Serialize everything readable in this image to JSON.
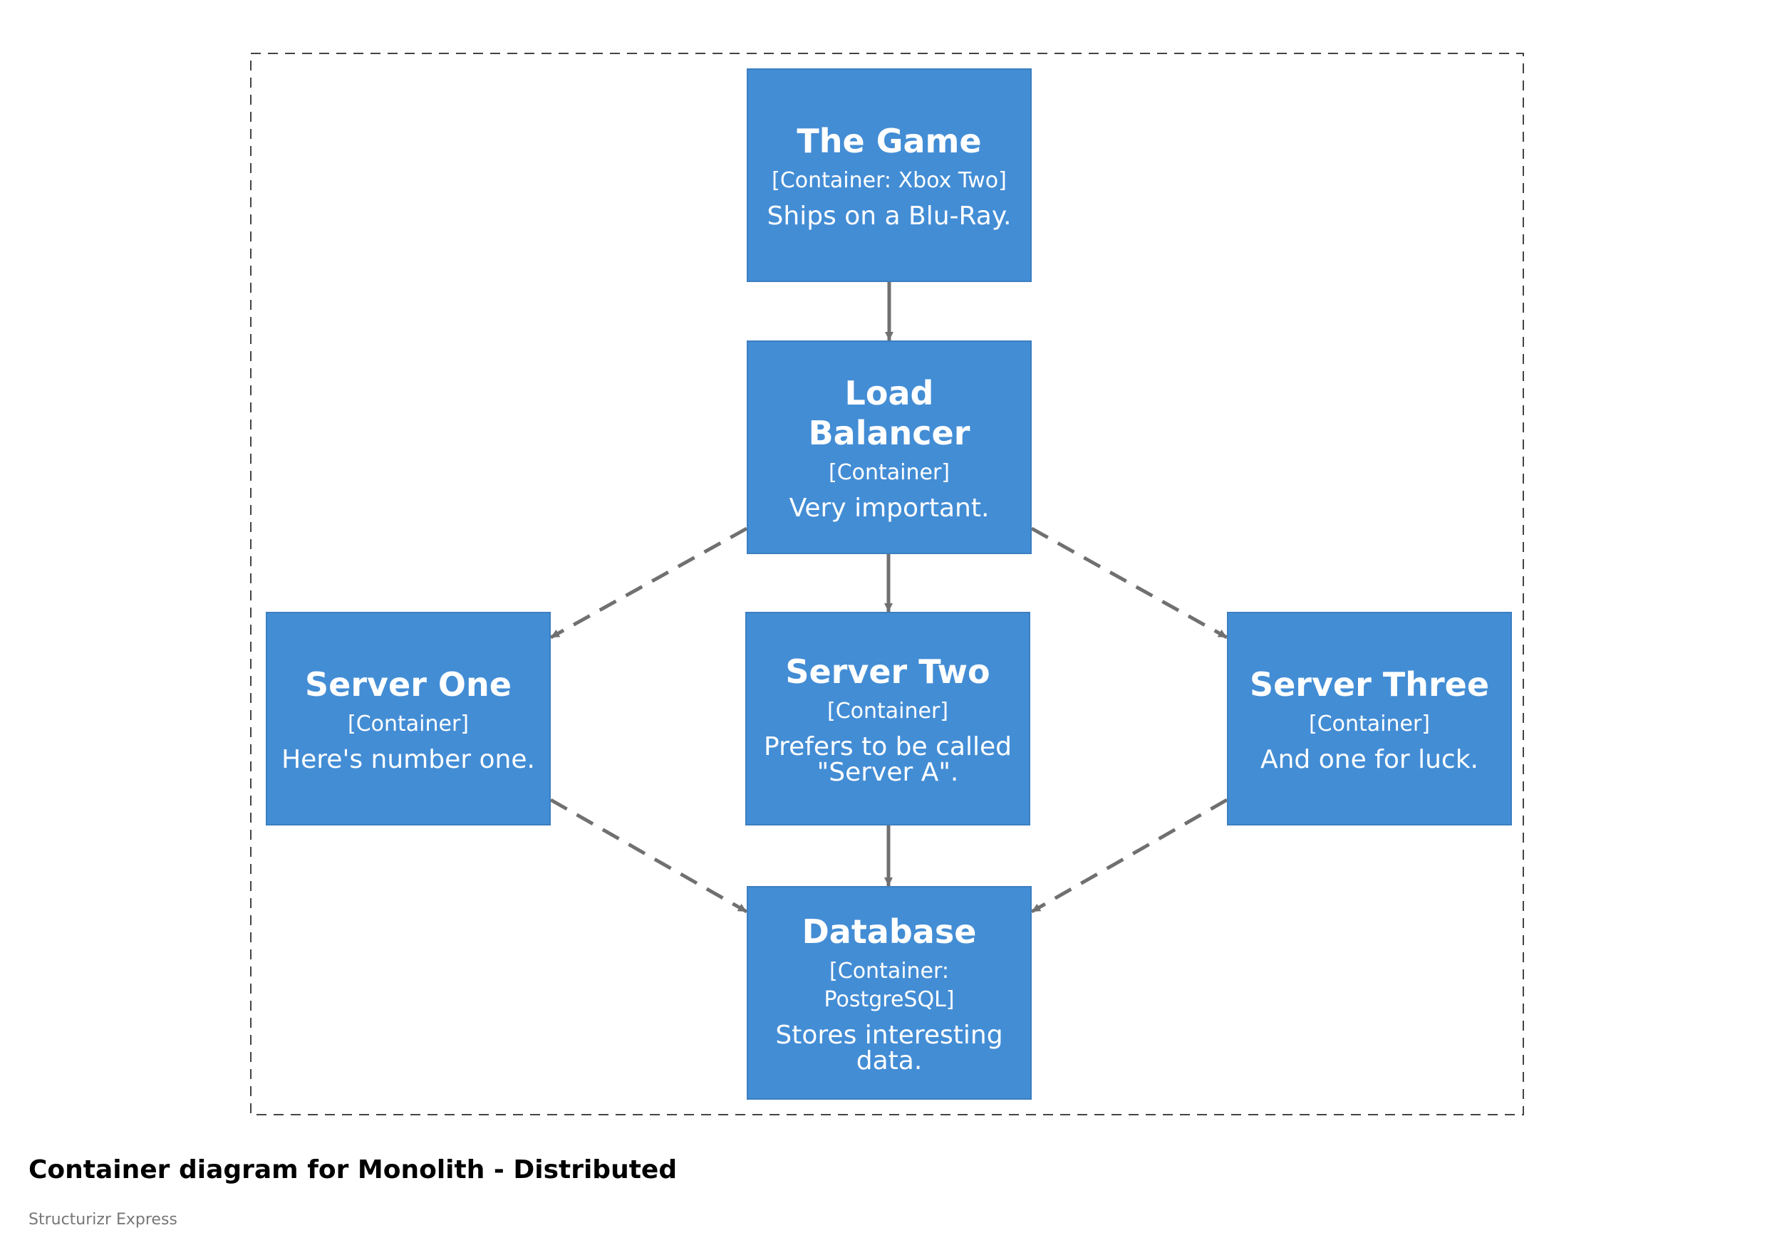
{
  "colors": {
    "box_fill": "#438dd5",
    "box_border": "#3c7fc0",
    "box_text": "#ffffff",
    "arrow": "#707070",
    "boundary": "#444444"
  },
  "nodes": {
    "game": {
      "name": "The Game",
      "tech": "[Container: Xbox Two]",
      "desc": "Ships on a Blu-Ray."
    },
    "load_balancer": {
      "name": "Load Balancer",
      "tech": "[Container]",
      "desc": "Very important."
    },
    "server_one": {
      "name": "Server One",
      "tech": "[Container]",
      "desc": "Here's number one."
    },
    "server_two": {
      "name": "Server Two",
      "tech": "[Container]",
      "desc": "Prefers to be called \"Server A\"."
    },
    "server_three": {
      "name": "Server Three",
      "tech": "[Container]",
      "desc": "And one for luck."
    },
    "database": {
      "name": "Database",
      "tech": "[Container: PostgreSQL]",
      "desc": "Stores interesting data."
    }
  },
  "edges": [
    {
      "from": "game",
      "to": "load_balancer",
      "style": "solid"
    },
    {
      "from": "load_balancer",
      "to": "server_one",
      "style": "dashed"
    },
    {
      "from": "load_balancer",
      "to": "server_two",
      "style": "solid"
    },
    {
      "from": "load_balancer",
      "to": "server_three",
      "style": "dashed"
    },
    {
      "from": "server_one",
      "to": "database",
      "style": "dashed"
    },
    {
      "from": "server_two",
      "to": "database",
      "style": "solid"
    },
    {
      "from": "server_three",
      "to": "database",
      "style": "dashed"
    }
  ],
  "footer": {
    "title": "Container diagram for Monolith - Distributed",
    "subtitle": "Structurizr Express"
  }
}
